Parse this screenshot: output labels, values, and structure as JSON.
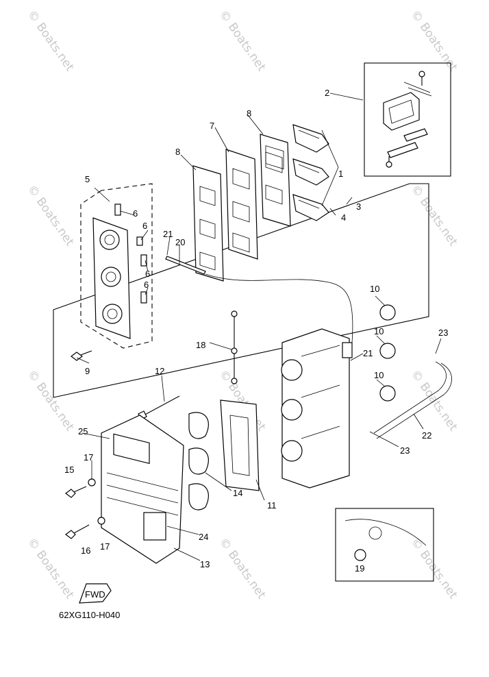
{
  "diagram": {
    "code": "62XG110-H040",
    "fwd_label": "FWD",
    "watermark": "© Boats.net",
    "callouts": {
      "c1": "1",
      "c2": "2",
      "c3": "3",
      "c4": "4",
      "c5": "5",
      "c6a": "6",
      "c6b": "6",
      "c6c": "6",
      "c6d": "6",
      "c7": "7",
      "c8a": "8",
      "c8b": "8",
      "c9": "9",
      "c10a": "10",
      "c10b": "10",
      "c10c": "10",
      "c11": "11",
      "c12": "12",
      "c13": "13",
      "c14": "14",
      "c15": "15",
      "c16": "16",
      "c17a": "17",
      "c17b": "17",
      "c18": "18",
      "c19": "19",
      "c20": "20",
      "c21a": "21",
      "c21b": "21",
      "c22": "22",
      "c23a": "23",
      "c23b": "23",
      "c24": "24",
      "c25": "25"
    }
  }
}
